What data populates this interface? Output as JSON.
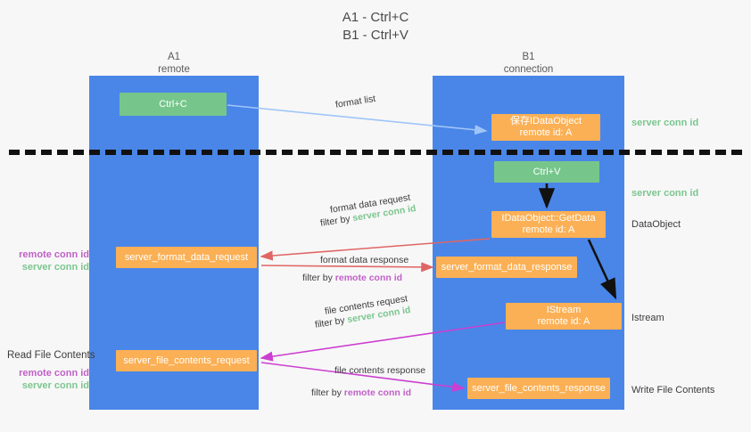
{
  "title": {
    "line1": "A1 - Ctrl+C",
    "line2": "B1 - Ctrl+V"
  },
  "lanes": [
    {
      "name": "A1",
      "sublabel": "remote"
    },
    {
      "name": "B1",
      "sublabel": "connection"
    }
  ],
  "nodes": {
    "ctrl_c": {
      "label": "Ctrl+C",
      "color": "#76c68b"
    },
    "save_dataobject": {
      "label": "保存IDataObject",
      "sublabel": "remote id: A",
      "color": "#fbb055"
    },
    "ctrl_v": {
      "label": "Ctrl+V",
      "color": "#76c68b"
    },
    "getdata": {
      "label": "IDataObject::GetData",
      "sublabel": "remote id: A",
      "color": "#fbb055"
    },
    "format_data_request": {
      "label": "server_format_data_request",
      "color": "#fbb055"
    },
    "format_data_response": {
      "label": "server_format_data_response",
      "color": "#fbb055"
    },
    "istream": {
      "label": "IStream",
      "sublabel": "remote id: A",
      "color": "#fbb055"
    },
    "file_contents_request": {
      "label": "server_file_contents_request",
      "color": "#fbb055"
    },
    "file_contents_response": {
      "label": "server_file_contents_response",
      "color": "#fbb055"
    }
  },
  "edge_labels": {
    "format_list": "format list",
    "format_data_request": "format data request",
    "format_data_request_filter_prefix": "filter by ",
    "format_data_request_filter_key": "server conn id",
    "format_data_response": "format data response",
    "format_data_response_filter_prefix": "filter by ",
    "format_data_response_filter_key": "remote conn id",
    "file_contents_request": "file contents request",
    "file_contents_request_filter_prefix": "filter by ",
    "file_contents_request_filter_key": "server conn id",
    "file_contents_response": "file contents response",
    "file_contents_response_filter_prefix": "filter by ",
    "file_contents_response_filter_key": "remote conn id"
  },
  "annotations": {
    "server_conn_id_top": "server conn id",
    "server_conn_id_mid": "server conn id",
    "dataobject": "DataObject",
    "istream": "Istream",
    "write_file_contents": "Write File Contents",
    "read_file_contents": "Read File Contents",
    "remote_conn_id_a": "remote conn id",
    "server_conn_id_a": "server conn id",
    "remote_conn_id_b": "remote conn id",
    "server_conn_id_b": "server conn id"
  },
  "colors": {
    "lane": "#4a86e8",
    "green_accent": "#7bc68f",
    "magenta_accent": "#c061c7",
    "orange": "#fbb055",
    "green_node": "#76c68b",
    "arrow_blue": "#9fc5f8",
    "arrow_red": "#e06666",
    "arrow_magenta": "#cc3fd0",
    "arrow_black": "#111111",
    "background": "#f7f7f7"
  }
}
